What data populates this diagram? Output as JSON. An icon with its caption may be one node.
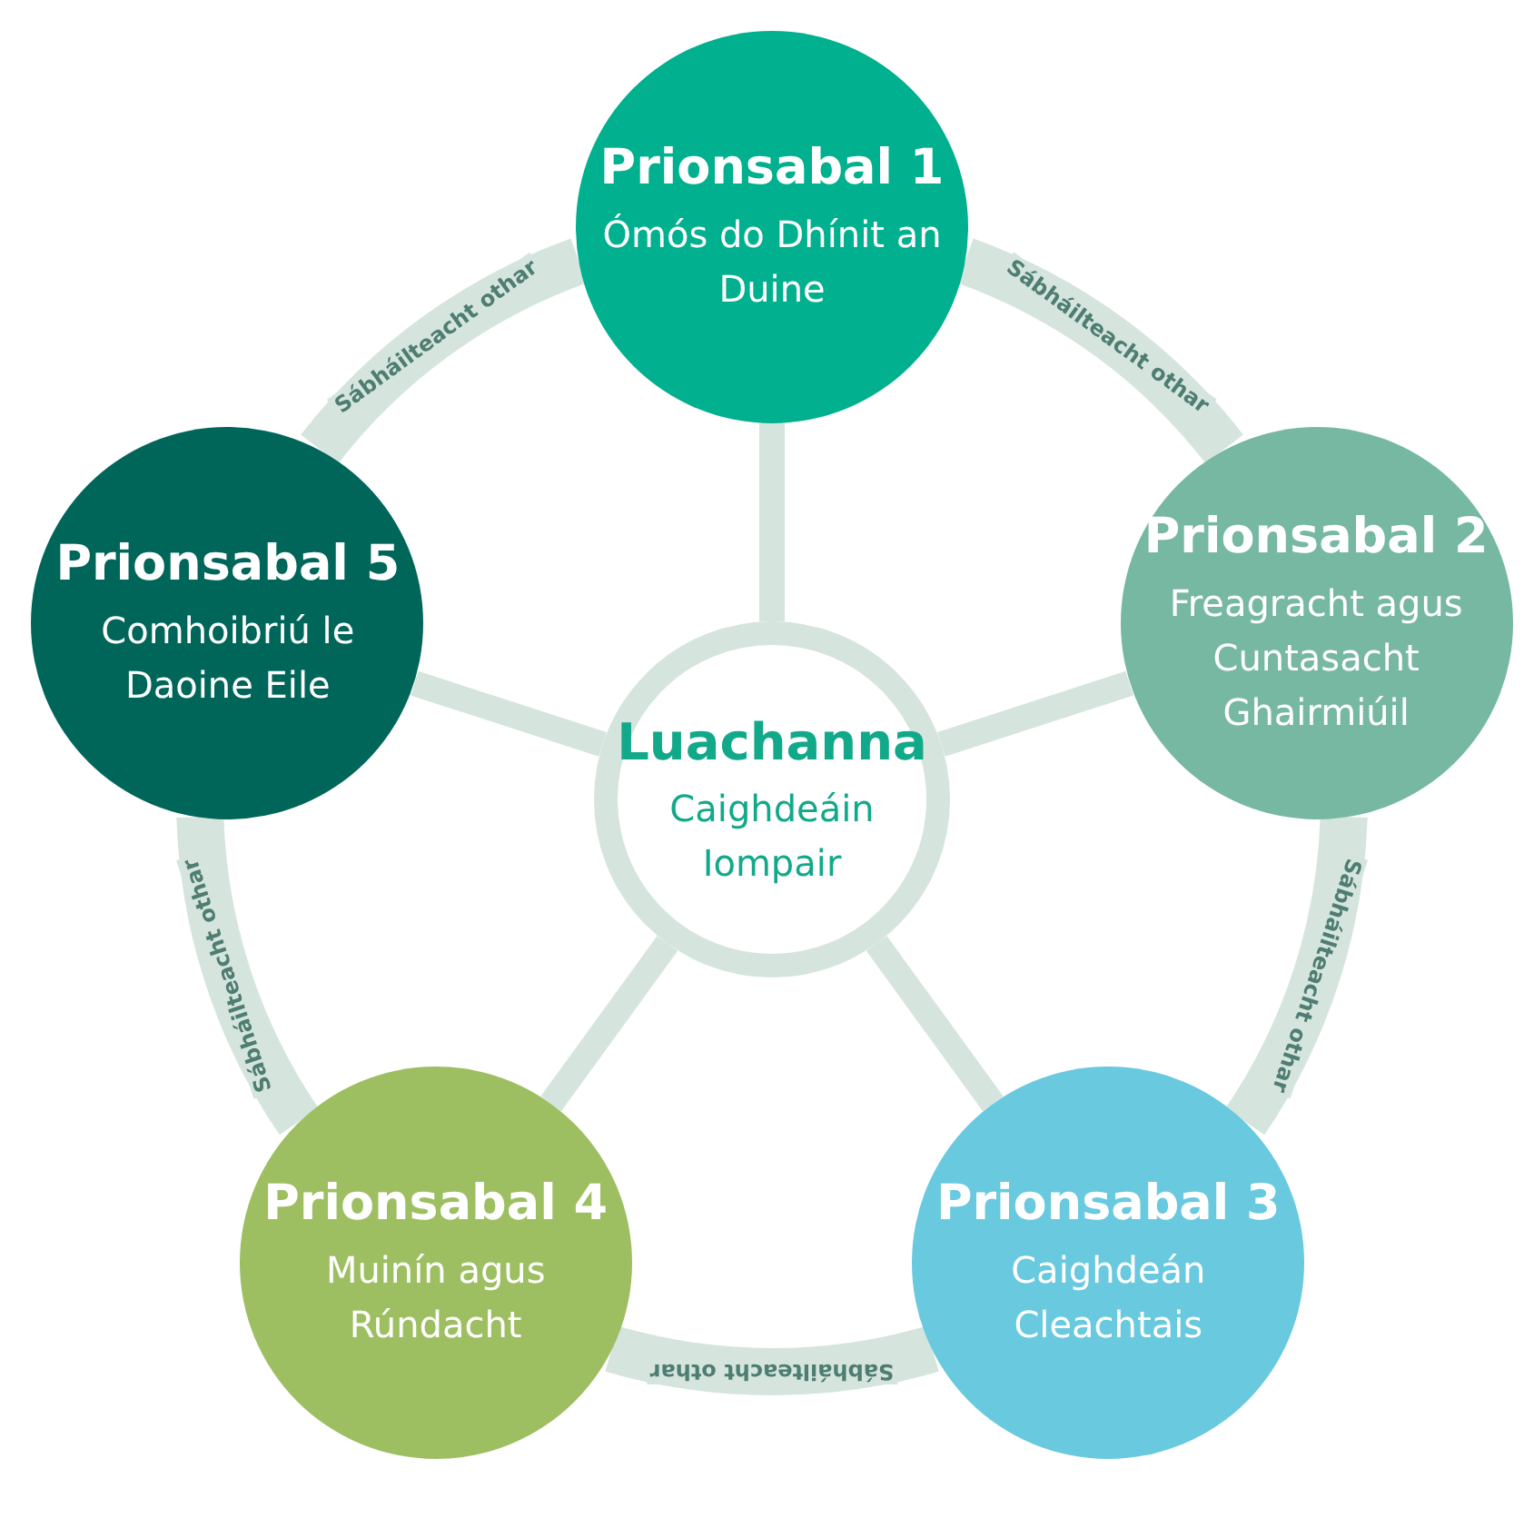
{
  "diagram": {
    "nodes": [
      {
        "text": [
          "Prionsabal 1",
          "Ómós do Dhínit an Duine"
        ]
      },
      {
        "text": [
          "Prionsabal 2",
          "Freagracht agus Cuntasacht Ghairmiúil"
        ]
      },
      {
        "text": [
          "Prionsabal 3",
          "Caighdeán Cleachtais"
        ]
      },
      {
        "text": [
          "Prionsabal 4",
          "Muinín agus Rúndacht"
        ]
      },
      {
        "text": [
          "Prionsabal 5",
          "Comhoibriú le Daoine Eile"
        ]
      },
      {
        "text": [
          "Luachanna",
          "Caighdeáin Iompair"
        ]
      }
    ],
    "edges": [
      {
        "from": 5,
        "to": 0,
        "arrow": "none"
      },
      {
        "from": 5,
        "to": 1,
        "arrow": "none"
      },
      {
        "from": 5,
        "to": 2,
        "arrow": "none"
      },
      {
        "from": 5,
        "to": 3,
        "arrow": "none"
      },
      {
        "from": 5,
        "to": 4,
        "arrow": "none"
      },
      {
        "from": 0,
        "to": 1,
        "arrow": "none",
        "style": "thick",
        "label": "Sábháilteacht othar"
      },
      {
        "from": 1,
        "to": 2,
        "arrow": "none",
        "style": "thick",
        "label": "Sábháilteacht othar"
      },
      {
        "from": 2,
        "to": 3,
        "arrow": "none",
        "style": "thick",
        "label": "Sábháilteacht othar"
      },
      {
        "from": 3,
        "to": 4,
        "arrow": "none",
        "style": "thick",
        "label": "Sábháilteacht othar"
      },
      {
        "from": 4,
        "to": 0,
        "arrow": "none",
        "style": "thick",
        "label": "Sábháilteacht othar"
      }
    ]
  }
}
